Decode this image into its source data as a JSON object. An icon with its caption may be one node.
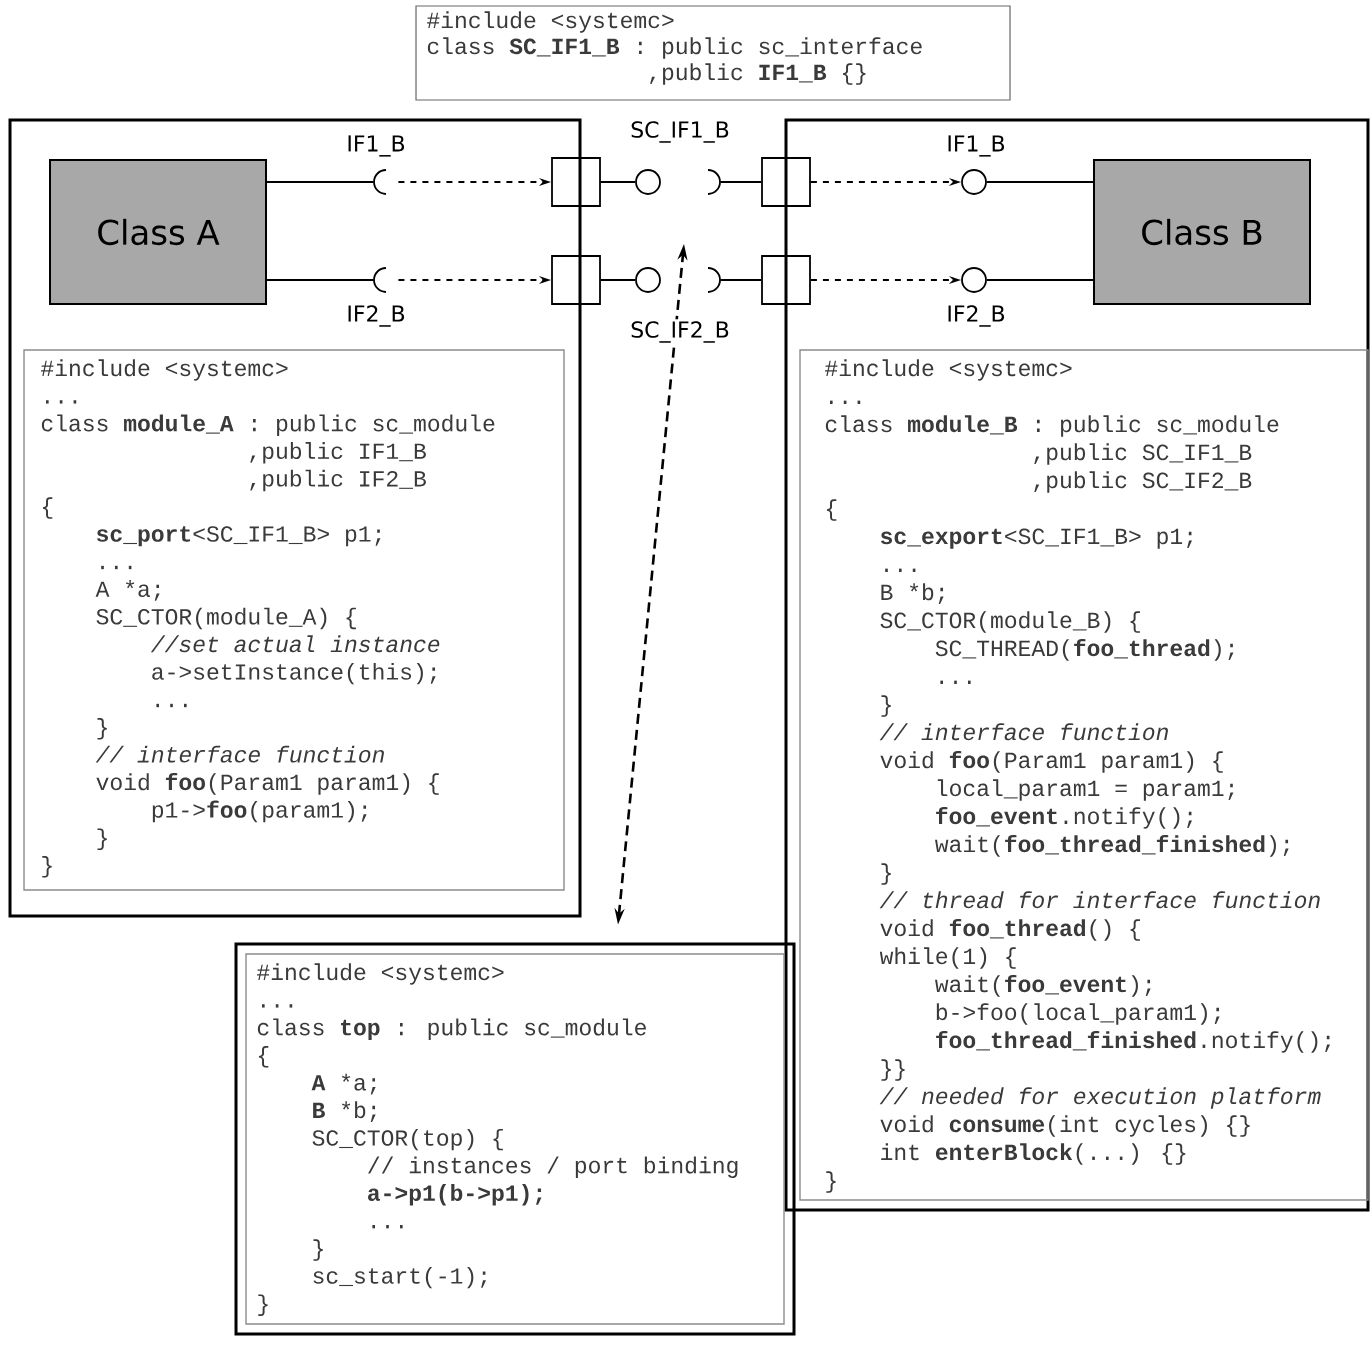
{
  "diagram": {
    "nodes": [
      {
        "text": [
          "#include <systemc>",
          "class **SC_IF1_B** : public sc_interface",
          ",public **IF1_B** {}"
        ]
      },
      {
        "text": [],
        "shape": "box"
      },
      {
        "text": [
          "Class A"
        ],
        "in": 1
      },
      {
        "text": [],
        "shape": "socket",
        "in": 1,
        "beside": [
          "IF1_B"
        ]
      },
      {
        "text": [],
        "shape": "socket",
        "in": 1,
        "beside": [
          "IF2_B"
        ]
      },
      {
        "text": [
          "#include <systemc>",
          "...",
          "class **module_A** : public sc_module",
          ",public IF1_B",
          ",public IF2_B",
          "{",
          "**sc_port**<SC_IF1_B> p1;",
          "...",
          "A *a;",
          "SC_CTOR(module_A) {",
          "*//set actual instance*",
          "a->setInstance(this);",
          "...",
          "}",
          "*// interface function*",
          "void **foo**(Param1 param1) {",
          "p1->**foo**(param1);",
          "}",
          "}"
        ],
        "in": 1
      },
      {
        "text": [],
        "shape": "box"
      },
      {
        "text": [],
        "shape": "box"
      },
      {
        "text": [],
        "shape": "circle"
      },
      {
        "text": [],
        "shape": "circle"
      },
      {
        "text": [],
        "shape": "socket"
      },
      {
        "text": [],
        "shape": "socket"
      },
      {
        "text": [],
        "shape": "box"
      },
      {
        "text": [],
        "shape": "box"
      },
      {
        "text": [],
        "shape": "box"
      },
      {
        "text": [
          "Class B"
        ],
        "in": 14
      },
      {
        "text": [],
        "shape": "circle",
        "in": 14,
        "beside": [
          "IF1_B"
        ]
      },
      {
        "text": [],
        "shape": "circle",
        "in": 14,
        "beside": [
          "IF2_B"
        ]
      },
      {
        "text": [
          "#include <systemc>",
          "...",
          "class **module_B** : public sc_module",
          ",public SC_IF1_B",
          ",public SC_IF2_B",
          "{",
          "**sc_export**<SC_IF1_B> p1;",
          "...",
          "B *b;",
          "SC_CTOR(module_B) {",
          "SC_THREAD(**foo_thread**);",
          "...",
          "}",
          "*// interface function*",
          "void **foo**(Param1 param1) {",
          "local_param1 = param1;",
          "**foo_event**.notify();",
          "wait(**foo_thread_finished**);",
          "}",
          "*// thread for interface function*",
          "void **foo_thread**() {",
          "while(1) {",
          "wait(**foo_event**);",
          "b->foo(local_param1);",
          "**foo_thread_finished**.notify();",
          "}}",
          "*// needed for execution platform*",
          "void **consume**(int cycles) {}",
          "int **enterBlock**(...) {}",
          "}"
        ],
        "in": 14
      },
      {
        "text": [
          "#include <systemc>",
          "...",
          "class **top** : public sc_module",
          "{",
          "**A** *a;",
          "**B** *b;",
          "SC_CTOR(top) {",
          "// instances / port binding",
          "**a->p1(b->p1);**",
          "...",
          "}",
          "sc_start(-1);",
          "}"
        ]
      }
    ],
    "edges": [
      {
        "from": 2,
        "to": 3,
        "arrow": "none"
      },
      {
        "from": 2,
        "to": 4,
        "arrow": "none"
      },
      {
        "from": 3,
        "to": 6,
        "arrow": "to",
        "style": "dashed"
      },
      {
        "from": 4,
        "to": 7,
        "arrow": "to",
        "style": "dashed"
      },
      {
        "from": 6,
        "to": 8,
        "arrow": "none"
      },
      {
        "from": 7,
        "to": 9,
        "arrow": "none"
      },
      {
        "from": 10,
        "to": 12,
        "arrow": "none"
      },
      {
        "from": 11,
        "to": 13,
        "arrow": "none"
      },
      {
        "from": 12,
        "to": 16,
        "arrow": "to",
        "style": "dashed"
      },
      {
        "from": 13,
        "to": 17,
        "arrow": "to",
        "style": "dashed"
      },
      {
        "from": 16,
        "to": 15,
        "arrow": "none"
      },
      {
        "from": 17,
        "to": 15,
        "arrow": "none"
      },
      {
        "from": 19,
        "to": null,
        "arrow": "both",
        "style": "dashed"
      }
    ],
    "labels": [
      "SC_IF1_B",
      "SC_IF2_B"
    ]
  }
}
